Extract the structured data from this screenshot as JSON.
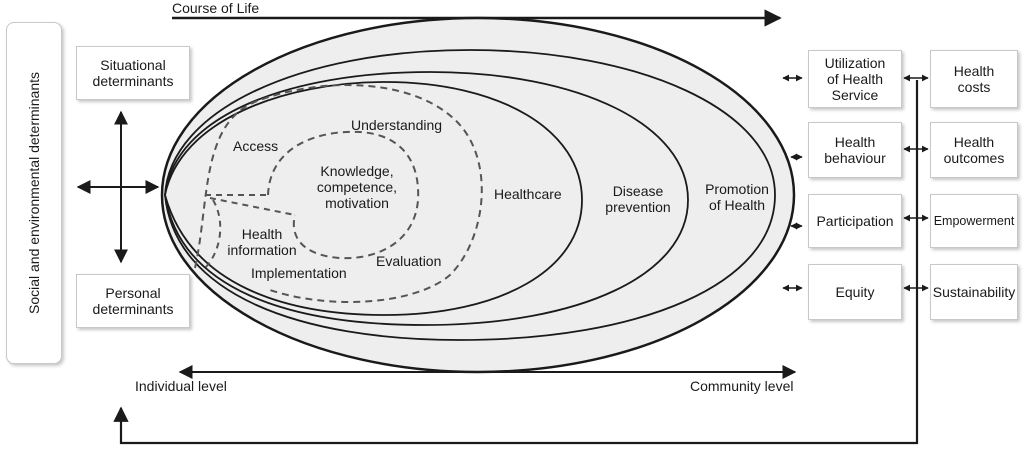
{
  "course_of_life": "Course of Life",
  "side_label": "Social and environmental determinants",
  "left_boxes": {
    "situational": "Situational determinants",
    "personal": "Personal determinants"
  },
  "inner_labels": {
    "access": "Access",
    "understanding": "Understanding",
    "knowledge": "Knowledge,\ncompetence,\nmotivation",
    "health_information": "Health\ninformation",
    "implementation": "Implementation",
    "evaluation": "Evaluation"
  },
  "domains": {
    "healthcare": "Healthcare",
    "disease_prevention": "Disease\nprevention",
    "promotion": "Promotion\nof Health"
  },
  "levels": {
    "individual": "Individual level",
    "community": "Community level"
  },
  "right_col1": [
    "Utilization\nof Health\nService",
    "Health\nbehaviour",
    "Participation",
    "Equity"
  ],
  "right_col2": [
    "Health\ncosts",
    "Health\noutcomes",
    "Empowerment",
    "Sustainability"
  ],
  "colors": {
    "ellipse_fill": "#eeeeee",
    "stroke": "#1a1a1a",
    "box_border": "#c8c8c8"
  }
}
